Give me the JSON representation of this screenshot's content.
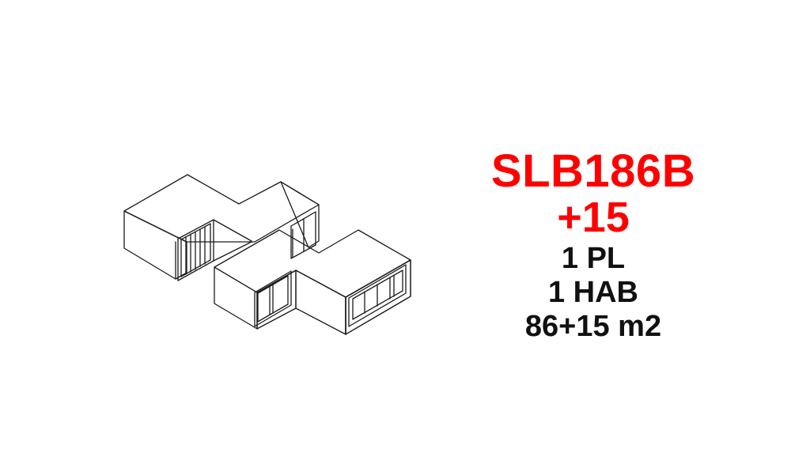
{
  "product": {
    "code": "SLB186B",
    "code_extra": "+15",
    "floors": "1 PL",
    "rooms": "1 HAB",
    "area": "86+15 m2"
  },
  "colors": {
    "code": "#ff0000",
    "spec": "#111111",
    "line": "#1a1a1a",
    "background": "#ffffff"
  }
}
